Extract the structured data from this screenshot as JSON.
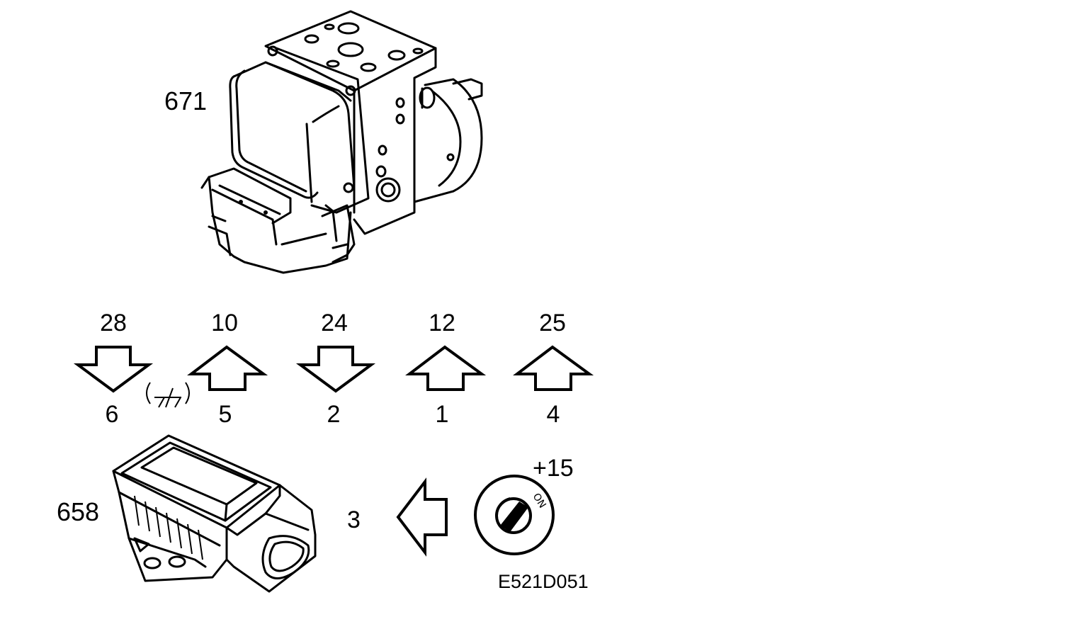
{
  "components": {
    "abs_unit_label": "671",
    "sensor_label": "658"
  },
  "signals": [
    {
      "top": "28",
      "bottom": "6",
      "direction": "down",
      "color": "#000000"
    },
    {
      "top": "10",
      "bottom": "5",
      "direction": "up",
      "color": "#000000"
    },
    {
      "top": "24",
      "bottom": "2",
      "direction": "down",
      "color": "#000000"
    },
    {
      "top": "12",
      "bottom": "1",
      "direction": "up",
      "color": "#000000"
    },
    {
      "top": "25",
      "bottom": "4",
      "direction": "up",
      "color": "#000000"
    }
  ],
  "ground_symbol": "ground-symbol",
  "ignition": {
    "pin_label": "3",
    "terminal_label": "+15",
    "switch_text": "ON",
    "arrow_direction": "left"
  },
  "figure_code": "E521D051"
}
